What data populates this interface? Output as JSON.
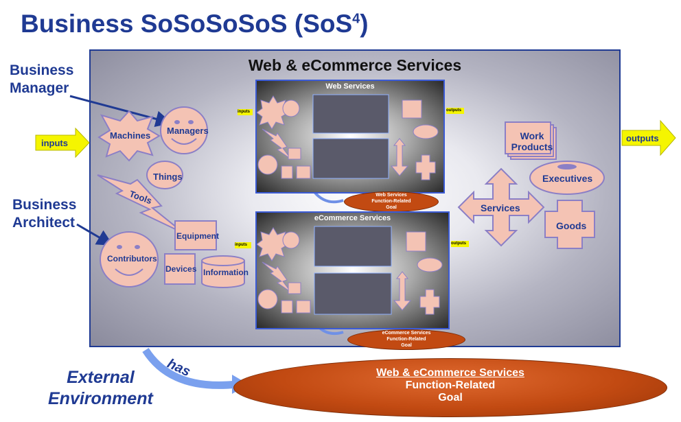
{
  "title": {
    "main": "Business SoSoSoSoS (SoS",
    "superscript": "4",
    "close": ")"
  },
  "labels": {
    "business_manager": [
      "Business",
      "Manager"
    ],
    "business_architect": [
      "Business",
      "Architect"
    ],
    "external_environment": [
      "External",
      "Environment"
    ],
    "inputs": "inputs",
    "outputs": "outputs",
    "has": "has"
  },
  "frame": {
    "title": "Web & eCommerce Services"
  },
  "elements": {
    "machines": "Machines",
    "managers": "Managers",
    "things": "Things",
    "tools": "Tools",
    "equipment": "Equipment",
    "contributors": "Contributors",
    "devices": "Devices",
    "information": "Information",
    "work_products": [
      "Work",
      "Products"
    ],
    "executives": "Executives",
    "services": "Services",
    "goods": "Goods"
  },
  "insets": [
    {
      "title": "Web Services",
      "goal": [
        "Web Services",
        "Function-Related",
        "Goal"
      ]
    },
    {
      "title": "eCommerce Services",
      "goal": [
        "eCommerce Services",
        "Function-Related",
        "Goal"
      ]
    }
  ],
  "goal": {
    "line1": "Web & eCommerce Services",
    "line2": "Function-Related",
    "line3": "Goal"
  },
  "colors": {
    "title_blue": "#1f3a93",
    "peach": "#f4c3b4",
    "purple_border": "#8b7fc6",
    "goal_orange": "#c24a12",
    "arrow_yellow": "#f5f500"
  }
}
